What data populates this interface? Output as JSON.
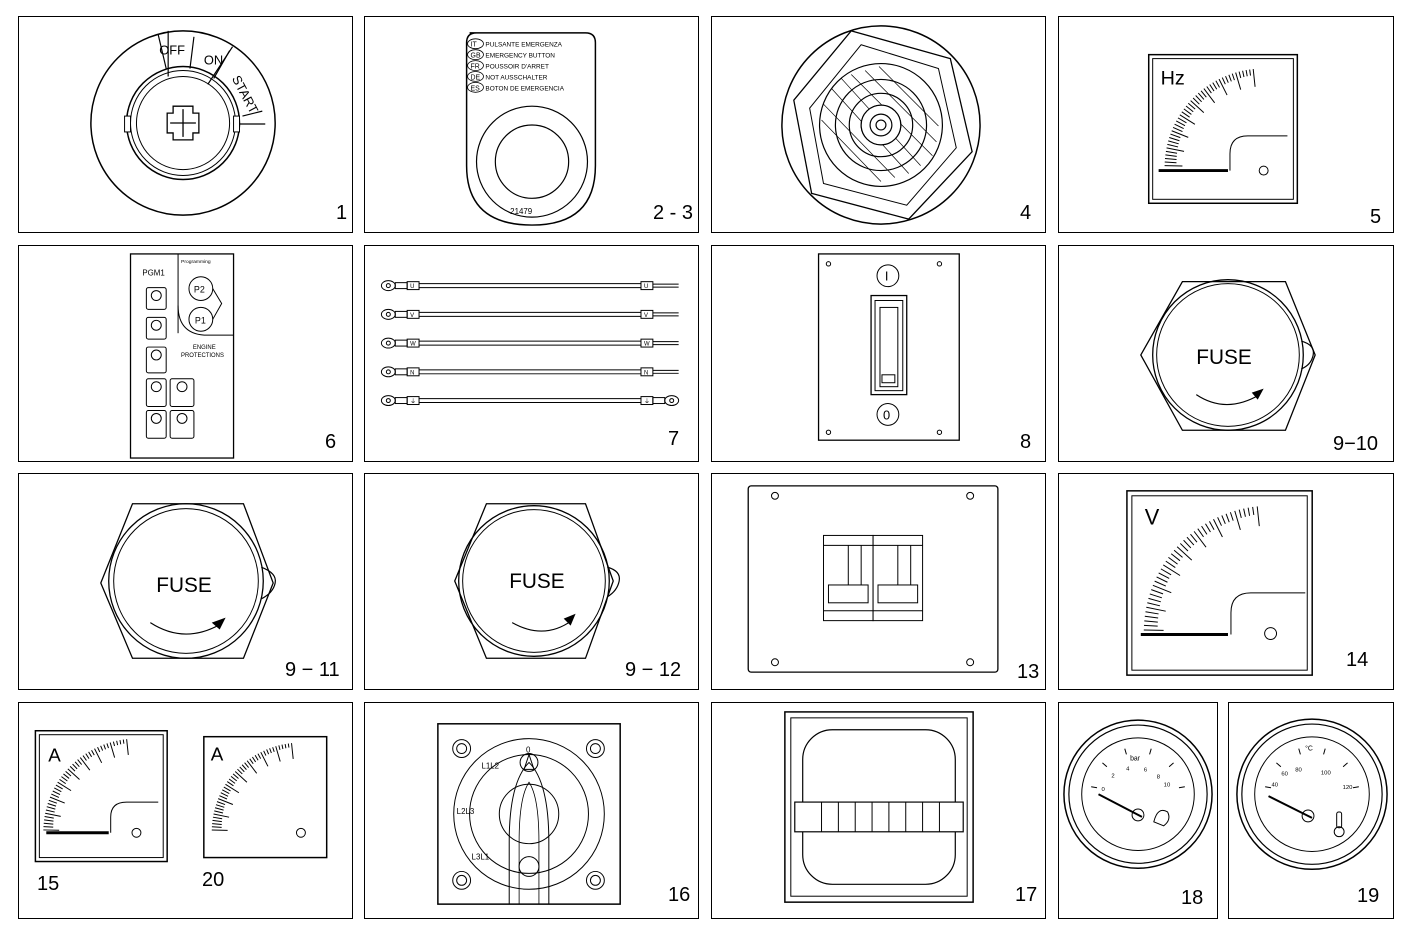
{
  "panels": {
    "p1": {
      "num": "1",
      "off": "OFF",
      "on": "ON",
      "start": "START"
    },
    "p2": {
      "num": "2 - 3",
      "code": "21479",
      "lines": [
        {
          "tag": "IT",
          "text": "PULSANTE EMERGENZA"
        },
        {
          "tag": "GB",
          "text": "EMERGENCY BUTTON"
        },
        {
          "tag": "FR",
          "text": "POUSSOIR D'ARRET"
        },
        {
          "tag": "DE",
          "text": "NOT AUSSCHALTER"
        },
        {
          "tag": "ES",
          "text": "BOTON DE EMERGENCIA"
        }
      ]
    },
    "p4": {
      "num": "4"
    },
    "p5": {
      "num": "5",
      "unit": "Hz"
    },
    "p6": {
      "num": "6",
      "title": "PGM1",
      "prog": "Programming",
      "p2": "P2",
      "p1": "P1",
      "engine": "ENGINE",
      "protections": "PROTECTIONS"
    },
    "p7": {
      "num": "7",
      "cables": [
        "U",
        "V",
        "W",
        "N",
        "⏚"
      ]
    },
    "p8": {
      "num": "8",
      "on": "I",
      "off": "0"
    },
    "p9": {
      "num": "9−10",
      "label": "FUSE"
    },
    "p10": {
      "num": "9 − 11",
      "label": "FUSE"
    },
    "p11": {
      "num": "9 − 12",
      "label": "FUSE"
    },
    "p13": {
      "num": "13"
    },
    "p14": {
      "num": "14",
      "unit": "V"
    },
    "p15": {
      "num": "15",
      "unit": "A",
      "num2": "20",
      "unit2": "A"
    },
    "p16": {
      "num": "16",
      "top": "0",
      "l1": "L1L2",
      "l2": "L2L3",
      "l3": "L3L1"
    },
    "p17": {
      "num": "17"
    },
    "p18": {
      "num": "18",
      "unit": "bar",
      "ticks": [
        "0",
        "2",
        "4",
        "6",
        "8",
        "10"
      ]
    },
    "p19": {
      "num": "19",
      "unit": "°C",
      "ticks": [
        "40",
        "60",
        "80",
        "100",
        "120"
      ]
    }
  }
}
